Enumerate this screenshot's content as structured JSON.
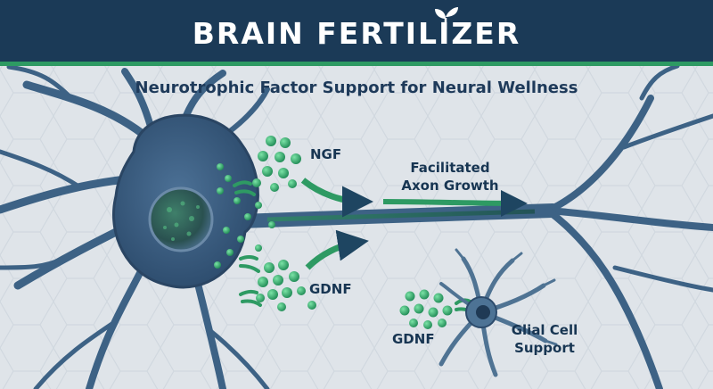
{
  "header": {
    "title": "BRAIN FERTILIZER",
    "subtitle": "Neurotrophic Factor Support for Neural Wellness",
    "logo_icon": "sprout-leaf-icon"
  },
  "labels": {
    "ngf": "NGF",
    "gdnf_main": "GDNF",
    "axon_line1": "Facilitated",
    "axon_line2": "Axon Growth",
    "gdnf_glial": "GDNF",
    "glial_line1": "Glial Cell",
    "glial_line2": "Support"
  },
  "colors": {
    "header_bg": "#1b3a57",
    "accent_green": "#2e9a63",
    "neuron_blue": "#3d6285",
    "background": "#dfe4e9",
    "text_dark": "#173552"
  }
}
